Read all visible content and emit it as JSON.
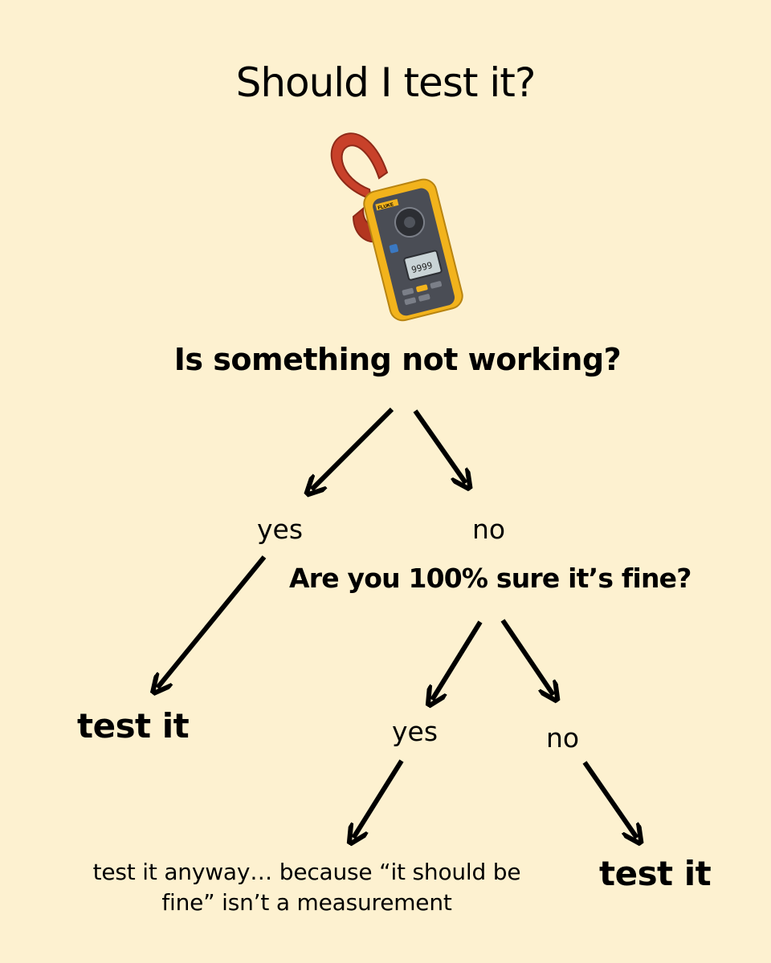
{
  "title": "Should I test it?",
  "illustration": {
    "icon": "clamp-meter-icon",
    "brand_text": "FLUKE",
    "display_value": "9999",
    "colors": {
      "jaw": "#c8412a",
      "body": "#f2b31c",
      "panel": "#4a4d55",
      "screen": "#c9d3d6"
    }
  },
  "question1": "Is something not working?",
  "branch1": {
    "yes_label": "yes",
    "no_label": "no"
  },
  "result_yes1": "test it",
  "question2": "Are you 100% sure it’s fine?",
  "branch2": {
    "yes_label": "yes",
    "no_label": "no"
  },
  "result_yes2": "test it anyway… because “it should be fine” isn’t a measurement",
  "result_no2": "test it",
  "colors": {
    "background": "#fdf1d0",
    "ink": "#000000"
  }
}
